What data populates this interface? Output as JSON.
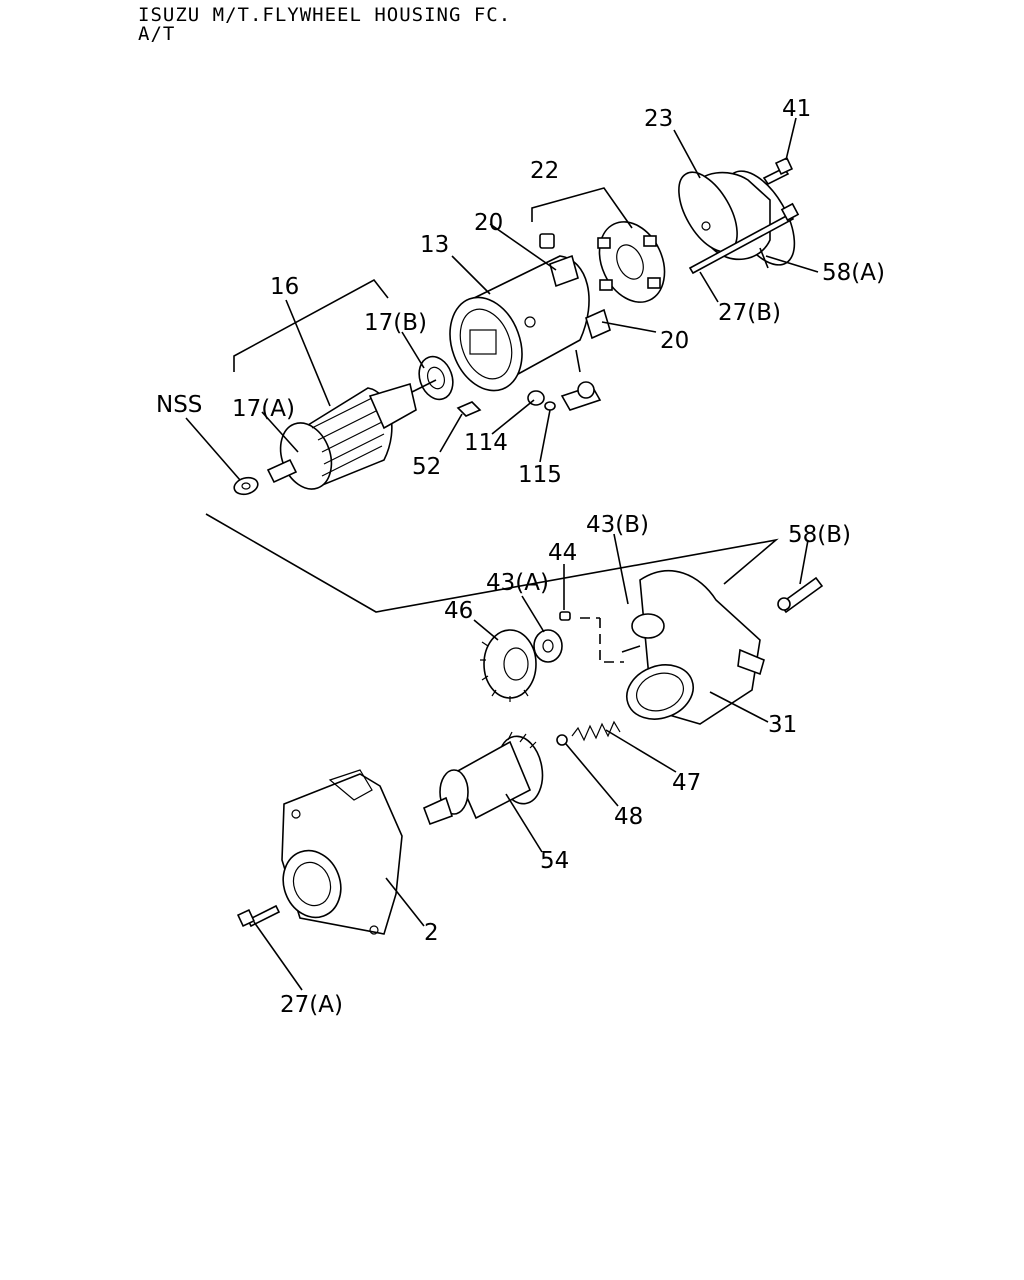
{
  "header": {
    "line1": "ISUZU M/T.FLYWHEEL HOUSING FC.",
    "line2": "A/T"
  },
  "callouts": {
    "c41": "41",
    "c23": "23",
    "c22": "22",
    "c20a": "20",
    "c13": "13",
    "c58a": "58(A)",
    "c27b": "27(B)",
    "c20b": "20",
    "c16": "16",
    "c17b": "17(B)",
    "cnss": "NSS",
    "c17a": "17(A)",
    "c114": "114",
    "c52": "52",
    "c115": "115",
    "c43b": "43(B)",
    "c58b": "58(B)",
    "c44": "44",
    "c43a": "43(A)",
    "c46": "46",
    "c31": "31",
    "c47": "47",
    "c48": "48",
    "c54": "54",
    "c2": "2",
    "c27a": "27(A)"
  }
}
